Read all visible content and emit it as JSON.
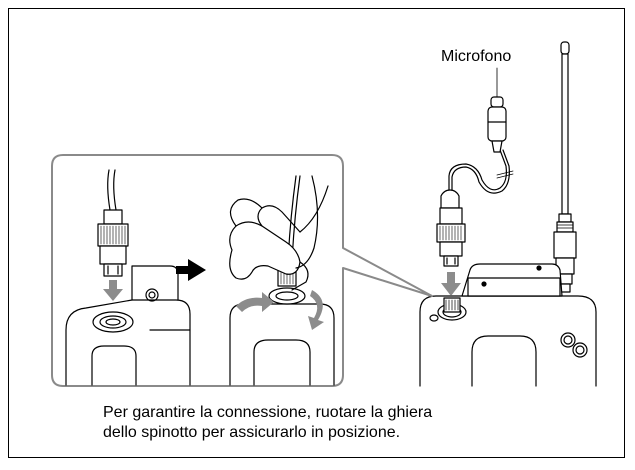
{
  "figure": {
    "label_microphone": "Microfono",
    "caption_line_1": "Per garantire la connessione, ruotare la ghiera",
    "caption_line_2": "dello spinotto per assicurarlo in posizione.",
    "arrow_icon": "right-arrow-icon",
    "rotate_icon": "rotate-arrows-icon",
    "colors": {
      "line": "#000000",
      "callout_border": "#8a8a8a",
      "insert_arrow": "#8c8c8c",
      "rotate_arrow": "#8c8c8c"
    }
  }
}
